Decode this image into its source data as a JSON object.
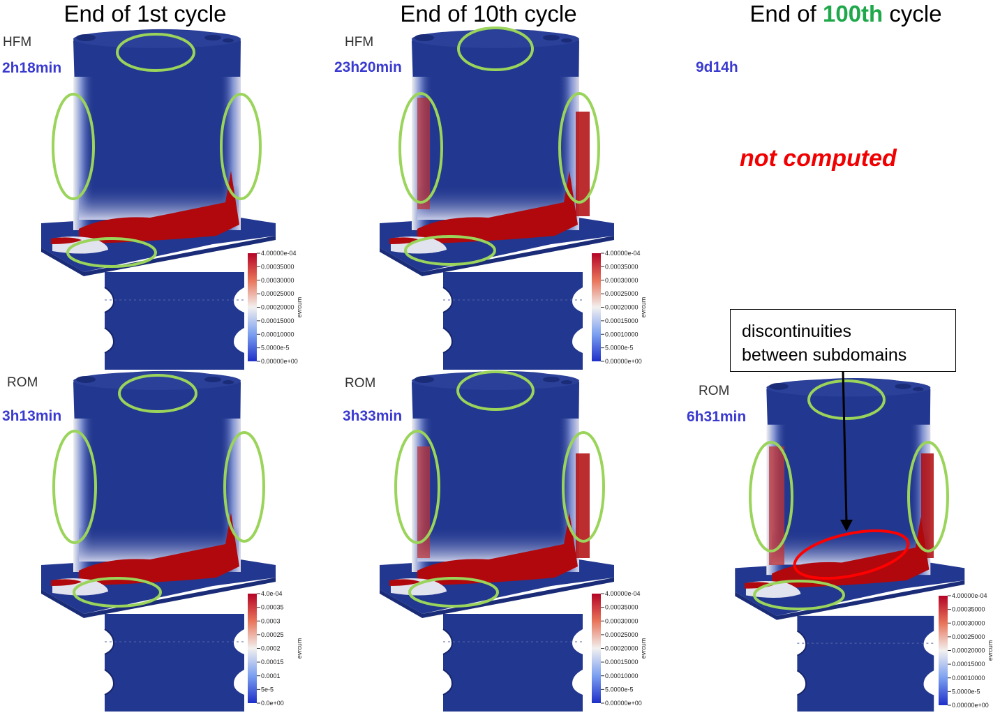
{
  "columns": [
    {
      "title_pre": "End of ",
      "title_hl": "",
      "title_post": "1st cycle"
    },
    {
      "title_pre": "End of ",
      "title_hl": "",
      "title_post": "10th cycle"
    },
    {
      "title_pre": "End of ",
      "title_hl": "100th",
      "title_post": " cycle"
    }
  ],
  "panels": {
    "hfm_1": {
      "label": "HFM",
      "time": "2h18min"
    },
    "hfm_10": {
      "label": "HFM",
      "time": "23h20min"
    },
    "hfm_100": {
      "time": "9d14h",
      "status": "not computed"
    },
    "rom_1": {
      "label": "ROM",
      "time": "3h13min"
    },
    "rom_10": {
      "label": "ROM",
      "time": "3h33min"
    },
    "rom_100": {
      "label": "ROM",
      "time": "6h31min"
    }
  },
  "callout": {
    "line1": "discontinuities",
    "line2": "between subdomains"
  },
  "colorbars": {
    "title": "evrcum",
    "long_ticks": [
      "4.00000e-04",
      "0.00035000",
      "0.00030000",
      "0.00025000",
      "0.00020000",
      "0.00015000",
      "0.00010000",
      "5.0000e-5",
      "0.00000e+00"
    ],
    "short_ticks": [
      "4.0e-04",
      "0.00035",
      "0.0003",
      "0.00025",
      "0.0002",
      "0.00015",
      "0.0001",
      "5e-5",
      "0.0e+00"
    ]
  },
  "colors": {
    "blade": "#22378f",
    "strain_high": "#b0080c",
    "highlight_ring": "#9ad45a",
    "discontinuity_ring": "#ff0000",
    "title_highlight": "#1ea84a",
    "time_text": "#3a3ad0",
    "not_computed_text": "#f00000"
  }
}
